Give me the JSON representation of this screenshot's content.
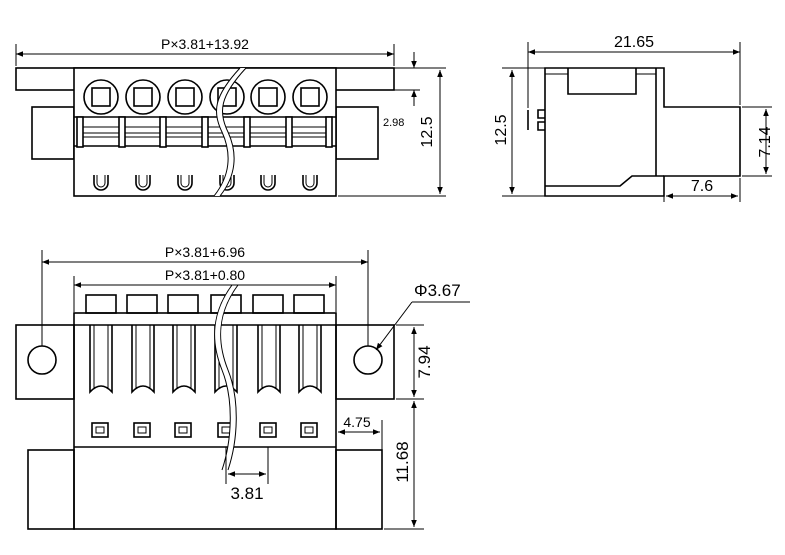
{
  "labels": {
    "top_width": "P×3.81+13.92",
    "top_height": "12.5",
    "top_step": "2.98",
    "side_width": "21.65",
    "side_height": "12.5",
    "side_right_height": "7.14",
    "side_depth": "7.6",
    "bottom_outer_width": "P×3.81+6.96",
    "bottom_inner_width": "P×3.81+0.80",
    "hole_diameter": "Φ3.67",
    "bottom_upper_height": "7.94",
    "bottom_lower_height": "11.68",
    "bottom_flange": "4.75",
    "pitch": "3.81"
  }
}
